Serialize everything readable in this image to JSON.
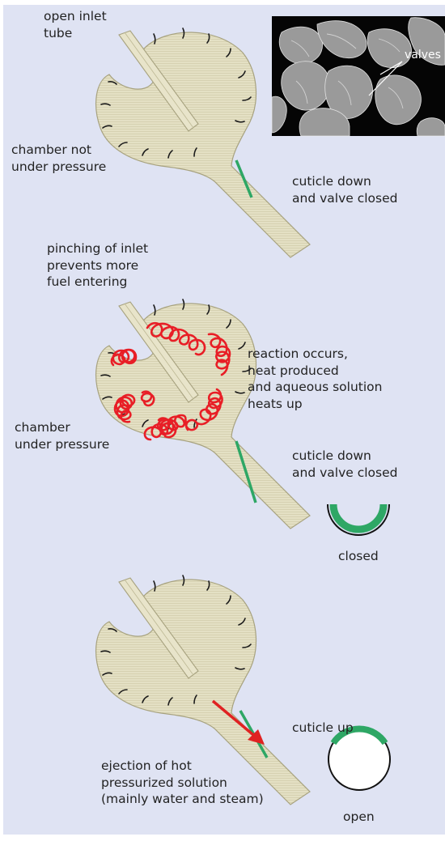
{
  "colors": {
    "background": "#dfe3f3",
    "chamber_fill": "#e4e0c4",
    "chamber_stroke": "#a7a27f",
    "cuticle_green": "#2ea765",
    "reaction_red": "#e81e26",
    "arrow_red": "#e02222",
    "photo_bg": "#050505"
  },
  "photo": {
    "valves_label": "valves"
  },
  "stages": [
    {
      "inlet_label": "open inlet\ntube",
      "chamber_label": "chamber not\nunder pressure",
      "cuticle_label": "cuticle down\nand valve closed"
    },
    {
      "inlet_label": "pinching of inlet\nprevents more\nfuel entering",
      "reaction_label": "reaction occurs,\nheat produced\nand aqueous solution\nheats up",
      "chamber_label": "chamber\nunder pressure",
      "cuticle_label": "cuticle down\nand valve closed",
      "valve_state_label": "closed"
    },
    {
      "cuticle_label": "cuticle up",
      "ejection_label": "ejection of hot\npressurized solution\n(mainly water and steam)",
      "valve_state_label": "open"
    }
  ]
}
